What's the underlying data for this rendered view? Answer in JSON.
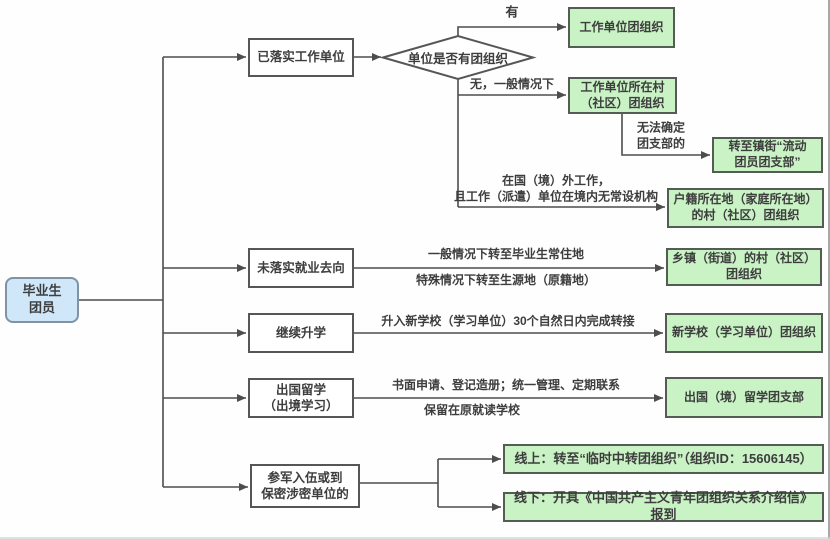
{
  "colors": {
    "result_fill": "#c9f2c5",
    "result_border": "#535d53",
    "root_fill": "#cfe7f8",
    "root_border": "#7f93a4",
    "line_color": "#4d4d4d",
    "text_color": "#3d3d3d"
  },
  "root": {
    "label": "毕业生\n团员"
  },
  "decision": {
    "label": "单位是否有团组织"
  },
  "branch_nodes": {
    "employed": "已落实工作单位",
    "no_employment": "未落实就业去向",
    "further_study": "继续升学",
    "study_abroad": "出国留学\n（出境学习）",
    "military": "参军入伍或到\n保密涉密单位的"
  },
  "result_nodes": {
    "work_unit_org": "工作单位团组织",
    "work_unit_village_org": "工作单位所在村\n（社区）团组织",
    "mobile_member_branch": "转至镇街“流动\n团员团支部”",
    "household_village_org": "户籍所在地（家庭所在地）\n的村（社区）团组织",
    "township_village_org": "乡镇（街道）的村（社区）\n团组织",
    "new_school_org": "新学校（学习单位）团组织",
    "abroad_study_branch": "出国（境）留学团支部",
    "online_transfer": "线上：转至“临时中转团组织”（组织ID：15606145）",
    "offline_transfer": "线下：开具《中国共产主义青年团组织关系介绍信》报到"
  },
  "edge_labels": {
    "has_org": "有",
    "no_org_general": "无，一般情况下",
    "cannot_determine_branch": "无法确定\n团支部的",
    "abroad_work": "在国（境）外工作，\n且工作（派遣）单位在境内无常设机构",
    "general_residence": "一般情况下转至毕业生常住地",
    "special_origin": "特殊情况下转至生源地（原籍地）",
    "new_school_30days": "升入新学校（学习单位）30个自然日内完成转接",
    "written_register": "书面申请、登记造册；统一管理、定期联系",
    "keep_original_school": "保留在原就读学校"
  }
}
